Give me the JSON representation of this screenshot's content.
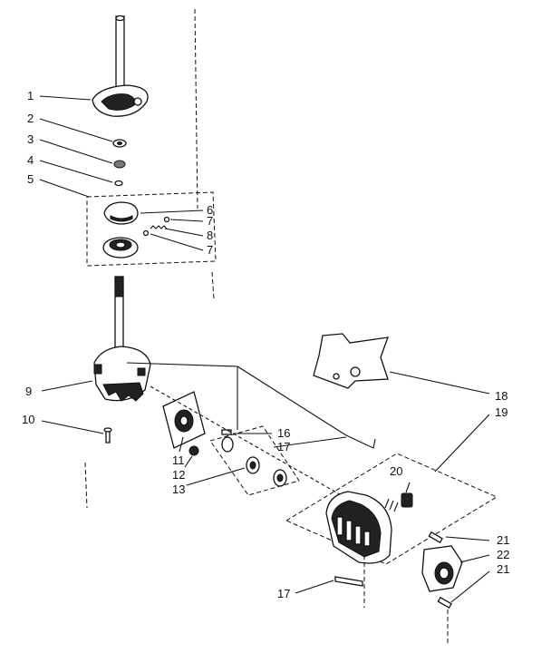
{
  "callouts": {
    "c1": "1",
    "c2": "2",
    "c3": "3",
    "c4": "4",
    "c5": "5",
    "c6": "6",
    "c7a": "7",
    "c8": "8",
    "c7b": "7",
    "c9": "9",
    "c10": "10",
    "c11": "11",
    "c12": "12",
    "c13": "13",
    "c16": "16",
    "c17a": "17",
    "c18": "18",
    "c19": "19",
    "c20": "20",
    "c21a": "21",
    "c22": "22",
    "c21b": "21",
    "c17b": "17"
  }
}
